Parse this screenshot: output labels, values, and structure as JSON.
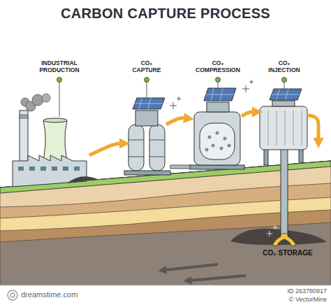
{
  "diagram": {
    "title": "CARBON CAPTURE PROCESS",
    "labels": [
      "INDUSTRIAL PRODUCTION",
      "CO₂ CAPTURE",
      "CO₂ COMPRESSION",
      "CO₂ INJECTION",
      "CO₂ STORAGE",
      "dreamstime.com",
      "ID 263780917",
      "© VectorMine"
    ]
  }
}
